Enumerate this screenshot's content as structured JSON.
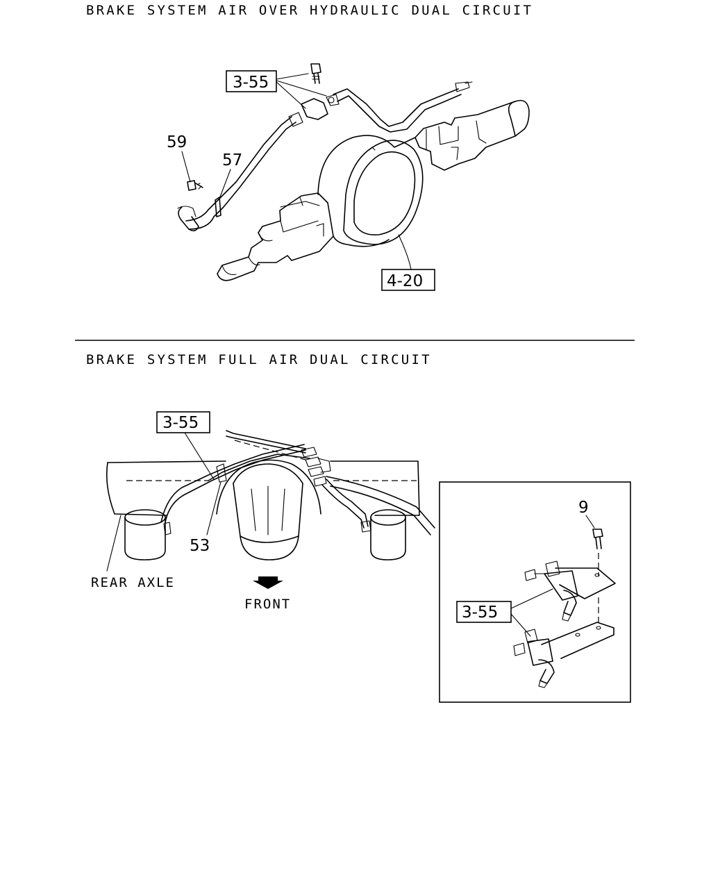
{
  "sections": {
    "top_title": "BRAKE SYSTEM AIR OVER HYDRAULIC DUAL CIRCUIT",
    "bottom_title": "BRAKE SYSTEM FULL AIR DUAL CIRCUIT"
  },
  "callouts": {
    "top_ref_355": "3-55",
    "top_59": "59",
    "top_57": "57",
    "top_ref_420": "4-20",
    "bottom_ref_355": "3-55",
    "bottom_53": "53",
    "inset_9": "9",
    "inset_ref_355": "3-55"
  },
  "annotations": {
    "rear_axle": "REAR AXLE",
    "front": "FRONT"
  }
}
